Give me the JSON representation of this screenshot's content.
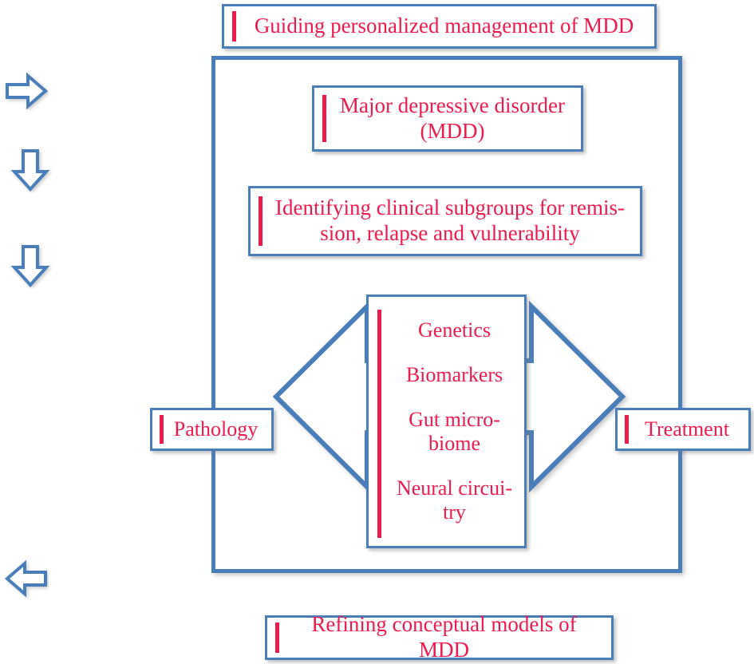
{
  "figure": {
    "title_top": "Guiding personalized management of MDD",
    "title_bottom": "Refining conceptual models of MDD",
    "core_box": "Major depressive disorder\n(MDD)",
    "subgroups_box": "Identifying clinical subgroups for remis-\nsion, relapse and vulnerability",
    "left_node": "Pathology",
    "right_node": "Treatment",
    "domains": [
      "Genetics",
      "Biomarkers",
      "Gut micro-\nbiome",
      "Neural circui-\ntry"
    ],
    "margin_arrows": [
      {
        "name": "arrow-right-icon",
        "direction": "right"
      },
      {
        "name": "arrow-down-icon",
        "direction": "down"
      },
      {
        "name": "arrow-down-icon",
        "direction": "down"
      },
      {
        "name": "arrow-left-icon",
        "direction": "left"
      }
    ],
    "colors": {
      "accent_red": "#ED1B4C",
      "border_blue": "#4A7EBB",
      "background": "#FFFFFF"
    }
  }
}
